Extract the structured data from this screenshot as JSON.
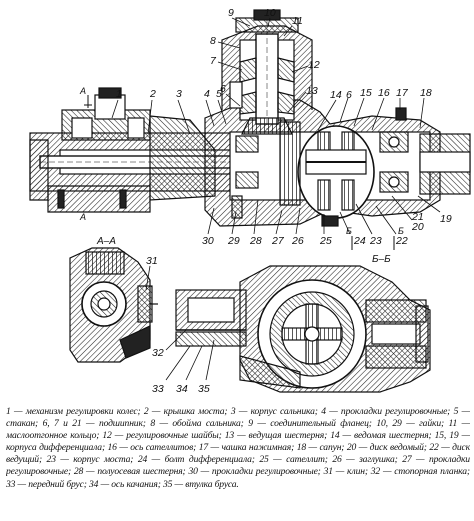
{
  "figure": {
    "section_labels": {
      "aa": "А–А",
      "bb": "Б–Б",
      "a_left": "А",
      "a_right": "А",
      "b_left": "Б",
      "b_right": "Б"
    },
    "callouts": [
      {
        "id": "c1",
        "text": "1"
      },
      {
        "id": "c2",
        "text": "2"
      },
      {
        "id": "c3",
        "text": "3"
      },
      {
        "id": "c4",
        "text": "4"
      },
      {
        "id": "c5",
        "text": "5"
      },
      {
        "id": "c6a",
        "text": "6"
      },
      {
        "id": "c6b",
        "text": "6"
      },
      {
        "id": "c7",
        "text": "7"
      },
      {
        "id": "c8",
        "text": "8"
      },
      {
        "id": "c9",
        "text": "9"
      },
      {
        "id": "c10t",
        "text": "10"
      },
      {
        "id": "c11",
        "text": "11"
      },
      {
        "id": "c12",
        "text": "12"
      },
      {
        "id": "c13",
        "text": "13"
      },
      {
        "id": "c14",
        "text": "14"
      },
      {
        "id": "c15",
        "text": "15"
      },
      {
        "id": "c16",
        "text": "16"
      },
      {
        "id": "c17",
        "text": "17"
      },
      {
        "id": "c18",
        "text": "18"
      },
      {
        "id": "c19",
        "text": "19"
      },
      {
        "id": "c20",
        "text": "20"
      },
      {
        "id": "c21",
        "text": "21"
      },
      {
        "id": "c22",
        "text": "22"
      },
      {
        "id": "c23",
        "text": "23"
      },
      {
        "id": "c24",
        "text": "24"
      },
      {
        "id": "c25",
        "text": "25"
      },
      {
        "id": "c26",
        "text": "26"
      },
      {
        "id": "c27",
        "text": "27"
      },
      {
        "id": "c28",
        "text": "28"
      },
      {
        "id": "c29",
        "text": "29"
      },
      {
        "id": "c30",
        "text": "30"
      },
      {
        "id": "c31",
        "text": "31"
      },
      {
        "id": "c32",
        "text": "32"
      },
      {
        "id": "c33",
        "text": "33"
      },
      {
        "id": "c34",
        "text": "34"
      },
      {
        "id": "c35",
        "text": "35"
      }
    ]
  },
  "caption": [
    {
      "n": "1",
      "t": "механизм регулировки колес; "
    },
    {
      "n": "2",
      "t": "крышка моста; "
    },
    {
      "n": "3",
      "t": "корпус сальника; "
    },
    {
      "n": "4",
      "t": "прокладки регулировочные; "
    },
    {
      "n": "5",
      "t": "стакан; "
    },
    {
      "n": "6, 7 и 21",
      "t": "подшипник; "
    },
    {
      "n": "8",
      "t": "обойма сальника; "
    },
    {
      "n": "9",
      "t": "соединительный фланец; "
    },
    {
      "n": "10, 29",
      "t": "гайки; "
    },
    {
      "n": "11",
      "t": "маслоотгонное кольцо; "
    },
    {
      "n": "12",
      "t": "регулировочные шайбы; "
    },
    {
      "n": "13",
      "t": "ведущая шестерня; "
    },
    {
      "n": "14",
      "t": "ведомая шестерня; "
    },
    {
      "n": "15, 19",
      "t": "корпуса дифференциала; "
    },
    {
      "n": "16",
      "t": "ось сателлитов; "
    },
    {
      "n": "17",
      "t": "чашка нажимная; "
    },
    {
      "n": "18",
      "t": "сапун; "
    },
    {
      "n": "20",
      "t": "диск ведомый; "
    },
    {
      "n": "22",
      "t": "диск ведущий; "
    },
    {
      "n": "23",
      "t": "корпус моста; "
    },
    {
      "n": "24",
      "t": "болт дифференциала; "
    },
    {
      "n": "25",
      "t": "сателлит; "
    },
    {
      "n": "26",
      "t": "заглушка; "
    },
    {
      "n": "27",
      "t": "прокладки регулировочные; "
    },
    {
      "n": "28",
      "t": "полуосевая шестерня; "
    },
    {
      "n": "30",
      "t": "прокладки регулировочные; "
    },
    {
      "n": "31",
      "t": "клин; "
    },
    {
      "n": "32",
      "t": "стопорная планка; "
    },
    {
      "n": "33",
      "t": "передний брус; "
    },
    {
      "n": "34",
      "t": "ось качания; "
    },
    {
      "n": "35",
      "t": "втулка бруса."
    }
  ]
}
